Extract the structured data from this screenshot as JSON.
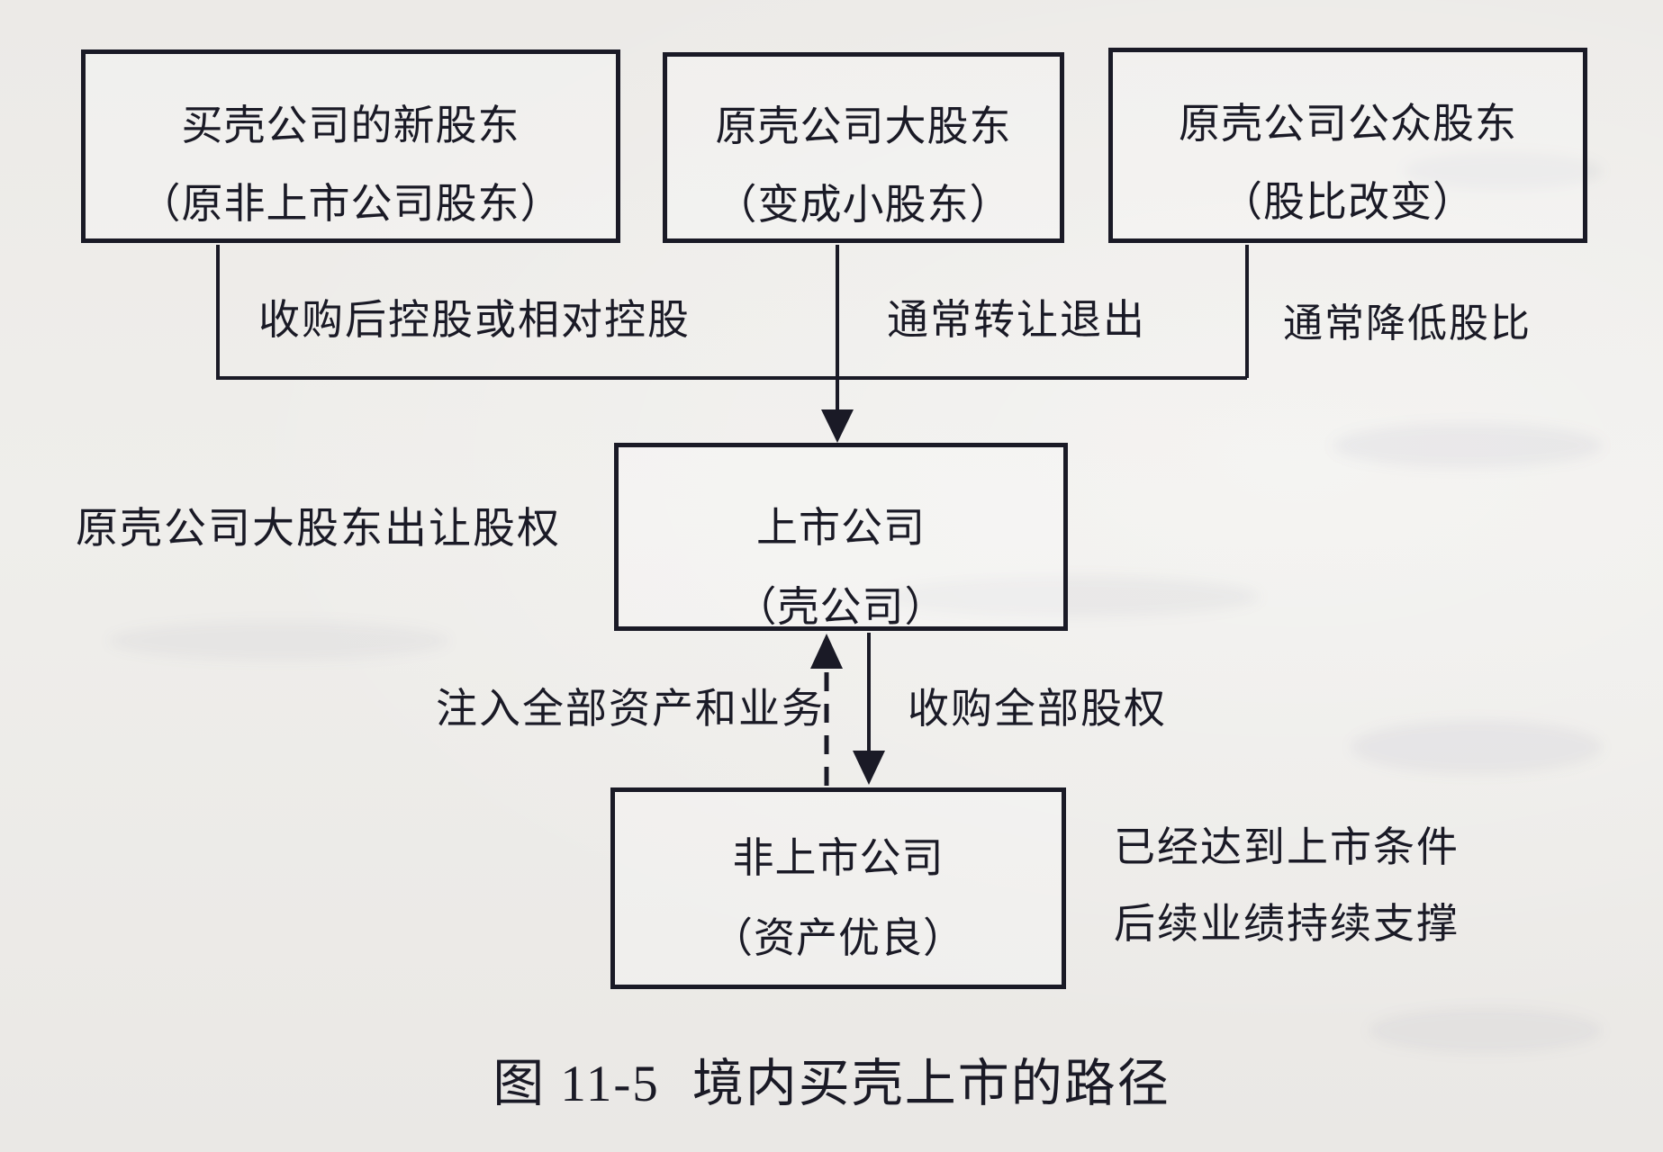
{
  "figure": {
    "boxes": {
      "new_shareholders": {
        "line1": "买壳公司的新股东",
        "line2": "（原非上市公司股东）"
      },
      "major_shareholder": {
        "line1": "原壳公司大股东",
        "line2": "（变成小股东）"
      },
      "public_shareholders": {
        "line1": "原壳公司公众股东",
        "line2": "（股比改变）"
      },
      "listed_company": {
        "line1": "上市公司",
        "line2": "（壳公司）"
      },
      "unlisted_company": {
        "line1": "非上市公司",
        "line2": "（资产优良）"
      }
    },
    "edge_labels": {
      "acquire_control": "收购后控股或相对控股",
      "transfer_exit": "通常转让退出",
      "reduce_ratio": "通常降低股比",
      "sell_equity": "原壳公司大股东出让股权",
      "inject_assets": "注入全部资产和业务",
      "acquire_equity": "收购全部股权"
    },
    "side_note": {
      "line1": "已经达到上市条件",
      "line2": "后续业绩持续支撑"
    },
    "caption": {
      "number": "图 11-5",
      "title": "境内买壳上市的路径"
    },
    "colors": {
      "ink": "#1a1a26",
      "paper": "#edebe8"
    }
  }
}
